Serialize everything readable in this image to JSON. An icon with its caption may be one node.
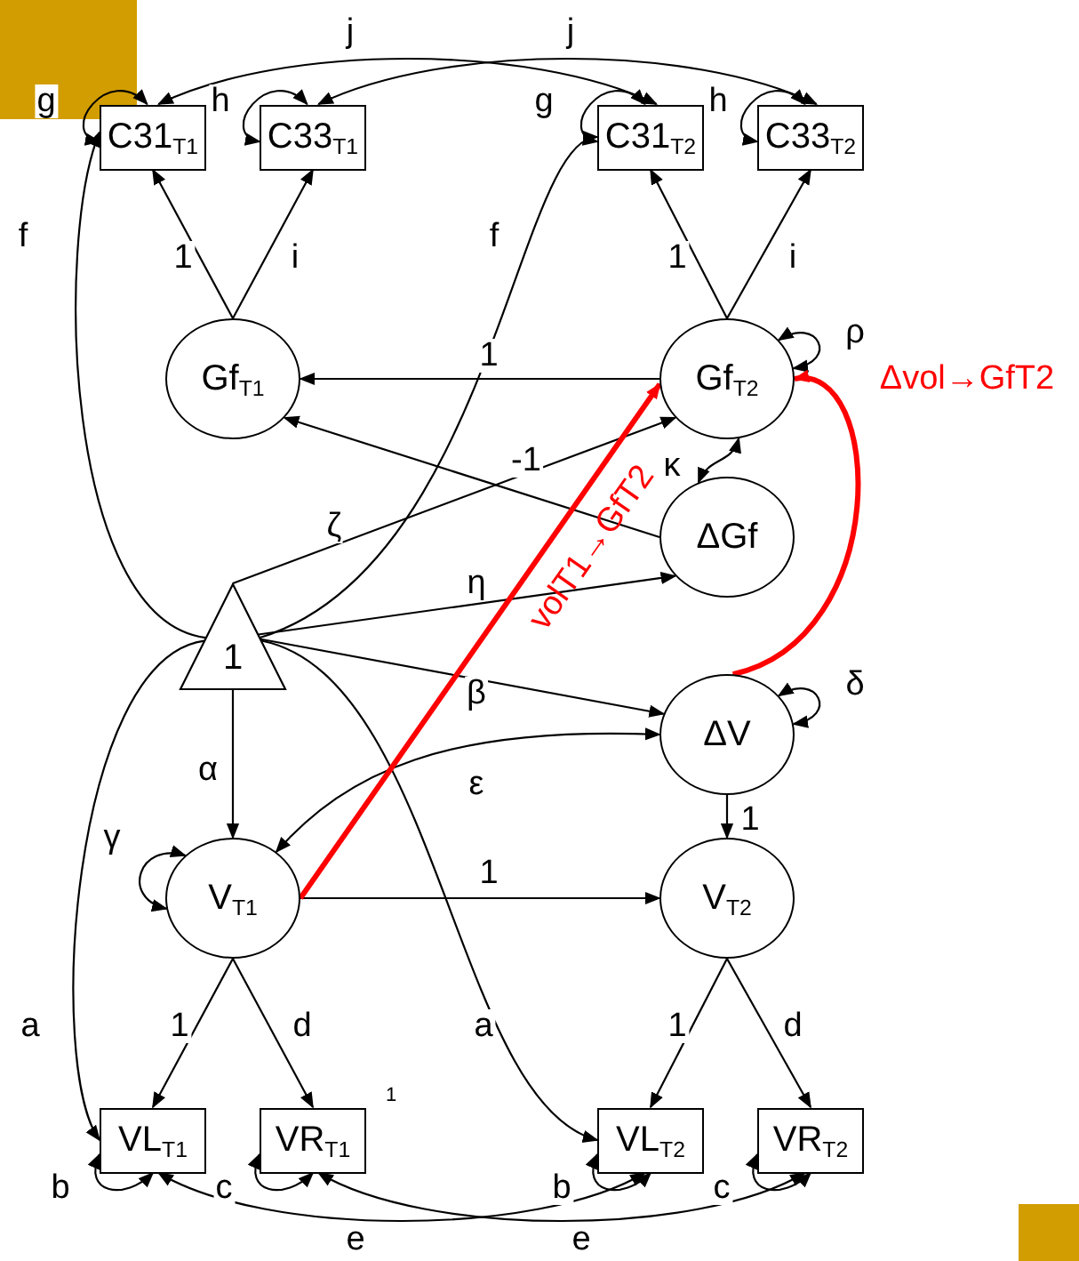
{
  "diagram": {
    "nodes": [
      {
        "text": [
          "C31$_{T1}$"
        ]
      },
      {
        "text": [
          "C33$_{T1}$"
        ]
      },
      {
        "text": [
          "C31$_{T2}$"
        ]
      },
      {
        "text": [
          "C33$_{T2}$"
        ]
      },
      {
        "text": [
          "Gf$_{T1}$"
        ]
      },
      {
        "text": [
          "Gf$_{T2}$"
        ]
      },
      {
        "text": [
          "ΔGf"
        ]
      },
      {
        "text": [
          "1"
        ]
      },
      {
        "text": [
          "ΔV"
        ]
      },
      {
        "text": [
          "V$_{T1}$"
        ]
      },
      {
        "text": [
          "V$_{T2}$"
        ]
      },
      {
        "text": [
          "VL$_{T1}$"
        ]
      },
      {
        "text": [
          "VR$_{T1}$"
        ]
      },
      {
        "text": [
          "VL$_{T2}$"
        ]
      },
      {
        "text": [
          "VR$_{T2}$"
        ]
      }
    ],
    "edges": [
      {
        "from": 4,
        "to": 0,
        "arrow": "to",
        "label": "1"
      },
      {
        "from": 4,
        "to": 1,
        "arrow": "to",
        "label": "i"
      },
      {
        "from": 5,
        "to": 2,
        "arrow": "to",
        "label": "1"
      },
      {
        "from": 5,
        "to": 3,
        "arrow": "to",
        "label": "i"
      },
      {
        "from": 0,
        "to": 0,
        "arrow": "both",
        "label": "g"
      },
      {
        "from": 1,
        "to": 1,
        "arrow": "both",
        "label": "h"
      },
      {
        "from": 2,
        "to": 2,
        "arrow": "both",
        "label": "g"
      },
      {
        "from": 3,
        "to": 3,
        "arrow": "both",
        "label": "h"
      },
      {
        "from": 0,
        "to": 2,
        "arrow": "both",
        "label": "j"
      },
      {
        "from": 1,
        "to": 3,
        "arrow": "both",
        "label": "j"
      },
      {
        "from": 7,
        "to": 0,
        "arrow": "to",
        "label": "f"
      },
      {
        "from": 7,
        "to": 2,
        "arrow": "to",
        "label": "f"
      },
      {
        "from": 7,
        "to": 5,
        "arrow": "to",
        "label": "ζ"
      },
      {
        "from": 7,
        "to": 6,
        "arrow": "to",
        "label": "η"
      },
      {
        "from": 7,
        "to": 8,
        "arrow": "to",
        "label": "β"
      },
      {
        "from": 7,
        "to": 9,
        "arrow": "to",
        "label": "α"
      },
      {
        "from": 7,
        "to": 11,
        "arrow": "to",
        "label": "a"
      },
      {
        "from": 7,
        "to": 13,
        "arrow": "to",
        "label": "a"
      },
      {
        "from": 8,
        "to": 9,
        "arrow": "both",
        "label": "ε"
      },
      {
        "from": 8,
        "to": 10,
        "arrow": "to",
        "label": "1"
      },
      {
        "from": 9,
        "to": 10,
        "arrow": "to",
        "label": "1"
      },
      {
        "from": 9,
        "to": 11,
        "arrow": "to",
        "label": "1"
      },
      {
        "from": 9,
        "to": 12,
        "arrow": "to",
        "label": "d"
      },
      {
        "from": 10,
        "to": 13,
        "arrow": "to",
        "label": "1"
      },
      {
        "from": 10,
        "to": 14,
        "arrow": "to",
        "label": "d"
      },
      {
        "from": 5,
        "to": 4,
        "arrow": "to",
        "label": "1"
      },
      {
        "from": 6,
        "to": 4,
        "arrow": "to",
        "label": "-1"
      },
      {
        "from": 5,
        "to": 6,
        "arrow": "both",
        "label": "κ"
      },
      {
        "from": 5,
        "to": 5,
        "arrow": "both",
        "label": "ρ"
      },
      {
        "from": 8,
        "to": 8,
        "arrow": "both",
        "label": "δ"
      },
      {
        "from": 9,
        "to": 9,
        "arrow": "both",
        "label": "γ"
      },
      {
        "from": 11,
        "to": 11,
        "arrow": "both",
        "label": "b"
      },
      {
        "from": 12,
        "to": 12,
        "arrow": "both",
        "label": "c"
      },
      {
        "from": 13,
        "to": 13,
        "arrow": "both",
        "label": "b"
      },
      {
        "from": 14,
        "to": 14,
        "arrow": "both",
        "label": "c"
      },
      {
        "from": 11,
        "to": 13,
        "arrow": "both",
        "label": "e"
      },
      {
        "from": 12,
        "to": 14,
        "arrow": "both",
        "label": "e"
      },
      {
        "from": 9,
        "to": 5,
        "arrow": "to",
        "label": "volT1→GfT2",
        "style": "thick",
        "color": "#ff0000"
      },
      {
        "from": 8,
        "to": 5,
        "arrow": "to",
        "label": "Δvol→GfT2",
        "style": "thick",
        "color": "#ff0000"
      }
    ],
    "labels": [
      "1"
    ]
  }
}
